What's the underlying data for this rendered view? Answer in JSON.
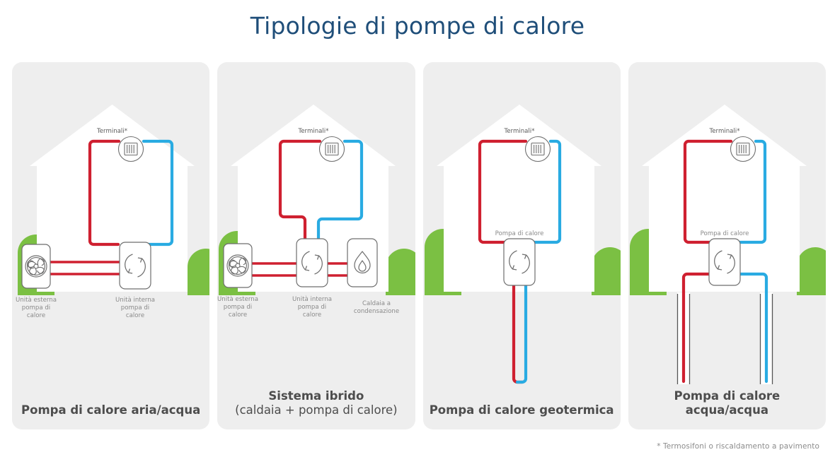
{
  "title": "Tipologie di pompe di calore",
  "footnote": "* Termosifoni o riscaldamento a pavimento",
  "colors": {
    "title": "#1f4e79",
    "card_bg": "#eeeeee",
    "house": "#ffffff",
    "bush": "#7bc043",
    "hot_pipe": "#cf2030",
    "cold_pipe": "#29abe2",
    "icon_stroke": "#6e6e6e",
    "label_text": "#8a8a8a",
    "card_title": "#4d4d4d",
    "well_casing": "#555555"
  },
  "common": {
    "terminals_label": "Terminali*",
    "heatpump_label": "Pompa di calore",
    "icons": {
      "radiator": "radiator-icon",
      "fan": "fan-icon",
      "heatpump": "heat-pump-swirl-icon",
      "boiler": "flame-icon"
    }
  },
  "cards": [
    {
      "id": "aria-acqua",
      "title": "Pompa di calore aria/acqua",
      "subtitle": "",
      "terminals_label": "Terminali*",
      "labels": [
        "Unità esterna pompa di calore",
        "Unità interna pompa di calore"
      ],
      "label_lines": [
        [
          "Unità esterna",
          "pompa di",
          "calore"
        ],
        [
          "Unità interna",
          "pompa di",
          "calore"
        ]
      ],
      "units": [
        "fan-icon",
        "heat-pump-swirl-icon"
      ]
    },
    {
      "id": "sistema-ibrido",
      "title": "Sistema ibrido",
      "subtitle": "(caldaia + pompa di calore)",
      "terminals_label": "Terminali*",
      "labels": [
        "Unità esterna pompa di calore",
        "Unità interna pompa di calore",
        "Caldaia a condensazione"
      ],
      "label_lines": [
        [
          "Unità esterna",
          "pompa di",
          "calore"
        ],
        [
          "Unità interna",
          "pompa di",
          "calore"
        ],
        [
          "Caldaia a",
          "condensazione"
        ]
      ],
      "units": [
        "fan-icon",
        "heat-pump-swirl-icon",
        "flame-icon"
      ]
    },
    {
      "id": "geotermica",
      "title": "Pompa di calore geotermica",
      "subtitle": "",
      "terminals_label": "Terminali*",
      "labels": [
        "Pompa di calore"
      ],
      "label_lines": [
        [
          "Pompa di calore"
        ]
      ],
      "units": [
        "heat-pump-swirl-icon"
      ]
    },
    {
      "id": "acqua-acqua",
      "title": "Pompa di calore acqua/acqua",
      "subtitle": "",
      "terminals_label": "Terminali*",
      "labels": [
        "Pompa di calore"
      ],
      "label_lines": [
        [
          "Pompa di calore"
        ]
      ],
      "units": [
        "heat-pump-swirl-icon"
      ]
    }
  ]
}
